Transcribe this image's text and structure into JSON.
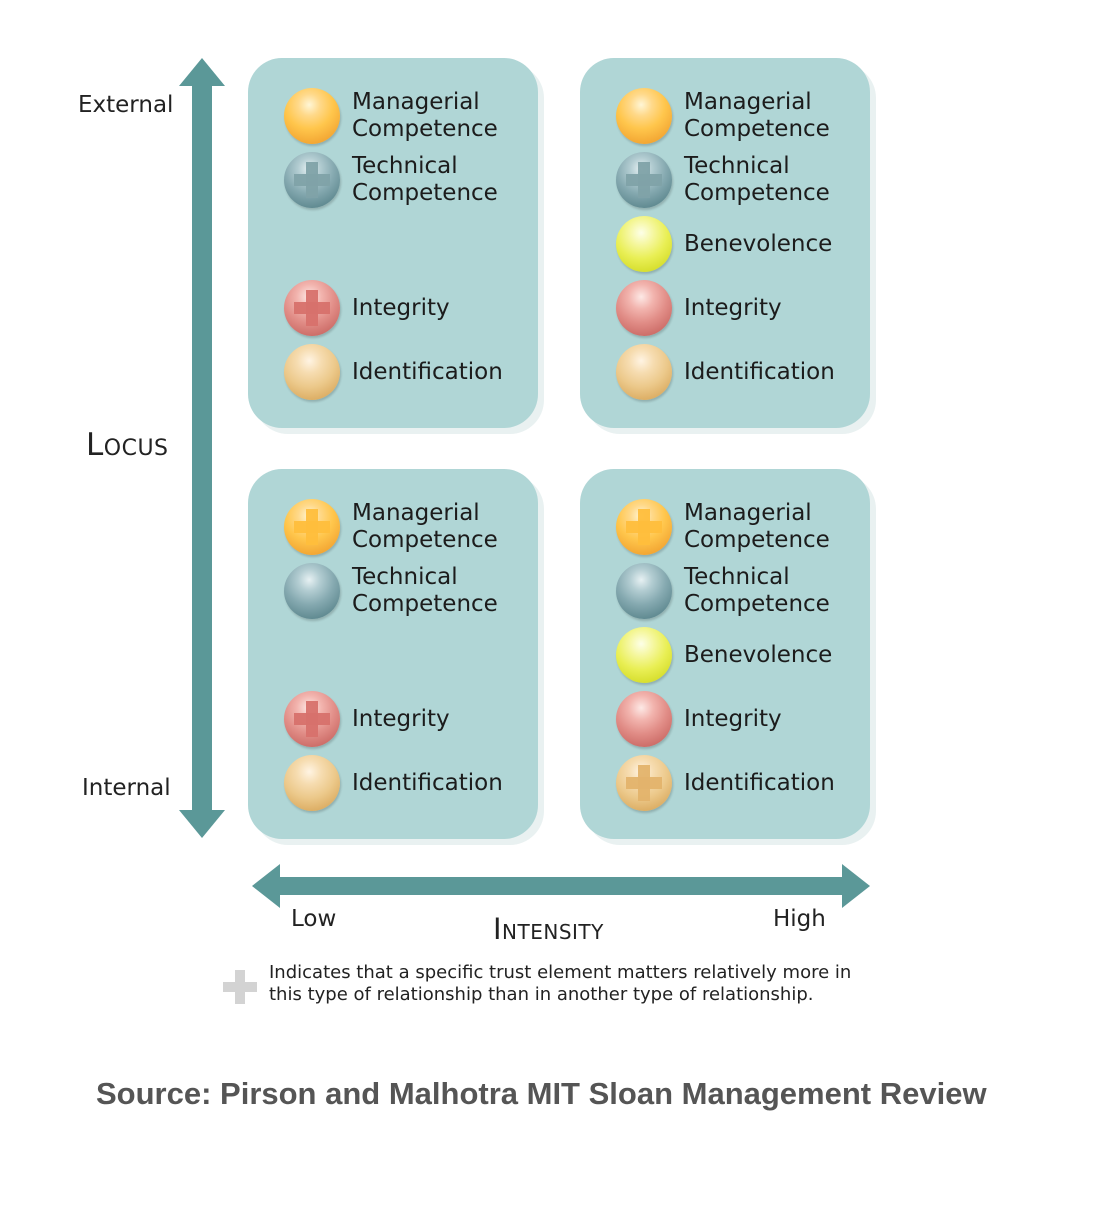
{
  "axes": {
    "y_title": "Locus",
    "y_top_label": "External",
    "y_bottom_label": "Internal",
    "x_title": "Intensity",
    "x_low_label": "Low",
    "x_high_label": "High"
  },
  "quadrants": {
    "top_left": {
      "items": [
        {
          "label": "Managerial\nCompetence",
          "color": "orange",
          "plus": false
        },
        {
          "label": "Technical\nCompetence",
          "color": "teal",
          "plus": true
        },
        {
          "label": "Integrity",
          "color": "red",
          "plus": true
        },
        {
          "label": "Identification",
          "color": "tan",
          "plus": false
        }
      ]
    },
    "top_right": {
      "items": [
        {
          "label": "Managerial\nCompetence",
          "color": "orange",
          "plus": false
        },
        {
          "label": "Technical\nCompetence",
          "color": "teal",
          "plus": true
        },
        {
          "label": "Benevolence",
          "color": "yellow",
          "plus": false
        },
        {
          "label": "Integrity",
          "color": "red",
          "plus": false
        },
        {
          "label": "Identification",
          "color": "tan",
          "plus": false
        }
      ]
    },
    "bottom_left": {
      "items": [
        {
          "label": "Managerial\nCompetence",
          "color": "orange",
          "plus": true
        },
        {
          "label": "Technical\nCompetence",
          "color": "teal",
          "plus": false
        },
        {
          "label": "Integrity",
          "color": "red",
          "plus": true
        },
        {
          "label": "Identification",
          "color": "tan",
          "plus": false
        }
      ]
    },
    "bottom_right": {
      "items": [
        {
          "label": "Managerial\nCompetence",
          "color": "orange",
          "plus": true
        },
        {
          "label": "Technical\nCompetence",
          "color": "teal",
          "plus": false
        },
        {
          "label": "Benevolence",
          "color": "yellow",
          "plus": false
        },
        {
          "label": "Integrity",
          "color": "red",
          "plus": false
        },
        {
          "label": "Identification",
          "color": "tan",
          "plus": true
        }
      ]
    }
  },
  "legend": {
    "text": "Indicates that a specific trust element matters relatively more in this type of relationship than in another type of relationship."
  },
  "source": "Source: Pirson and Malhotra MIT Sloan Management Review",
  "colors": {
    "arrow": "#5b9898",
    "quadrant_bg": "#b0d6d6",
    "plus_legend": "#d3d3d3"
  }
}
